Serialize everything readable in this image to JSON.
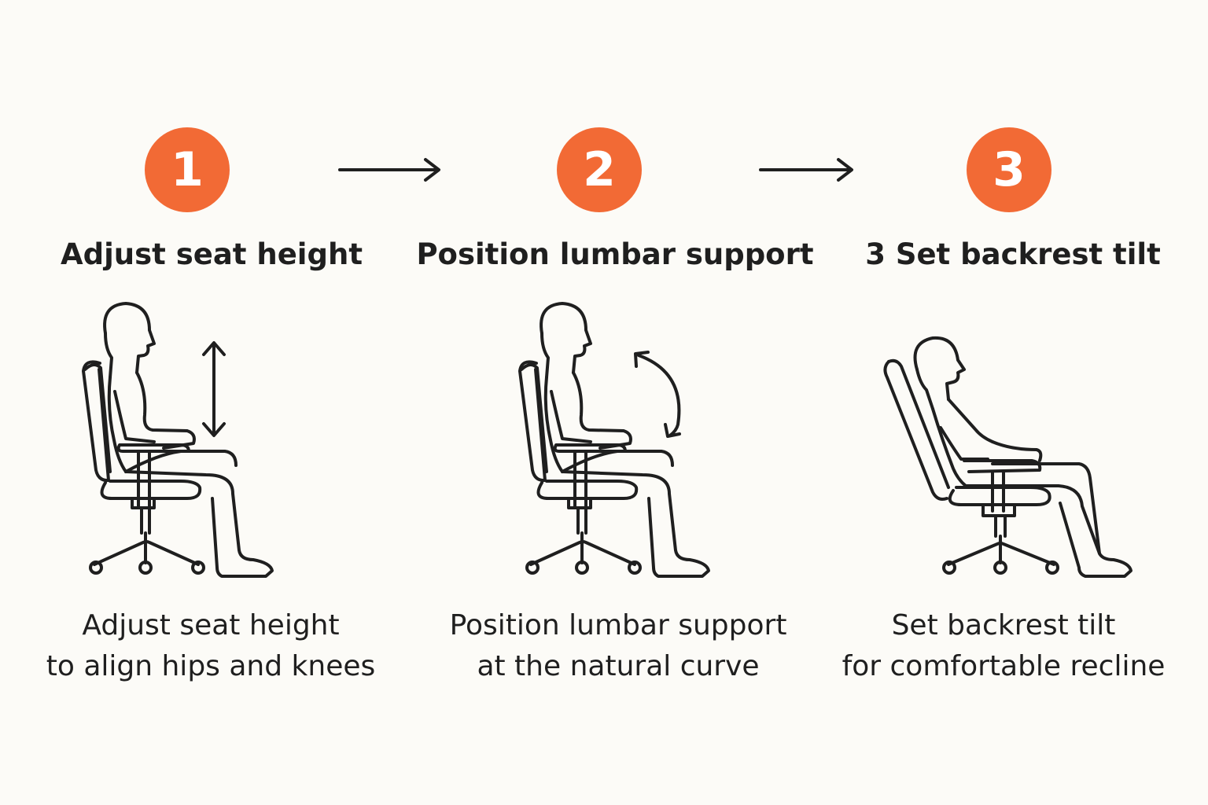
{
  "colors": {
    "accent": "#f26a35",
    "line": "#1f1f1f",
    "background": "#fcfbf7"
  },
  "steps": [
    {
      "number": "1",
      "title": "Adjust seat height",
      "caption_line1": "Adjust seat height",
      "caption_line2": "to align hips and knees",
      "icon": "vertical-double-arrow-icon"
    },
    {
      "number": "2",
      "title": "Position lumbar support",
      "caption_line1": "Position lumbar support",
      "caption_line2": "at the natural curve",
      "icon": "curved-double-arrow-icon"
    },
    {
      "number": "3",
      "title": "3 Set backrest tilt",
      "caption_line1": "Set backrest tilt",
      "caption_line2": "for comfortable recline",
      "icon": "reclined-chair-icon"
    }
  ]
}
